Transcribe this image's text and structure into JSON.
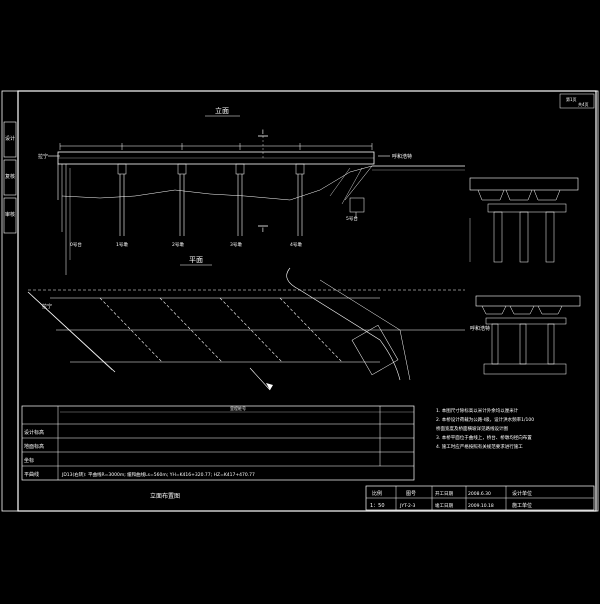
{
  "drawing": {
    "elevation_title": "立面",
    "plan_title": "平面",
    "direction_left": "拉宁",
    "direction_right_elev": "呼和浩特",
    "direction_right_plan": "呼和浩特",
    "section_mark": "I",
    "pier_labels": [
      "0号台",
      "1号墩",
      "2号墩",
      "3号墩",
      "4号墩",
      "5号台"
    ],
    "table_row_labels": [
      "设计标高",
      "地面标高",
      "坐标",
      "平曲线"
    ],
    "table_top_label": "里程桩号",
    "curve_text": "JD13(右转): 平曲线R=3000m; 缓和曲线Ls=560m; YH=K416+320.77; HZ=K417+470.77",
    "bottom_title": "立面布置图",
    "notes": [
      "1. 本图尺寸除标高以米计外余均以厘米计",
      "2. 本桥设计荷载为公路-I级，设计洪水频率1/100",
      "   桥面宽度及桥面横坡详见路线设计图",
      "3. 本桥平面位于曲线上，桥台、桥墩均径向布置",
      "4. 施工时应严格按照有关规范要求进行施工"
    ],
    "left_strip_labels": [
      "设计",
      "复核",
      "审核"
    ],
    "title_block": {
      "scale_header": "比例",
      "scale": "1：50",
      "drawing_no_header": "图号",
      "drawing_no": "JYT-2-3",
      "start_date_label": "开工日期",
      "start_date": "2008.6.30",
      "finish_date_label": "竣工日期",
      "finish_date": "2009.10.18",
      "design_unit": "设计单位",
      "construction_unit": "施工单位"
    },
    "corner_labels": [
      "第1页",
      "共4页"
    ]
  },
  "colors": {
    "line": "#ffffff",
    "text": "#ffffff",
    "background": "#000000"
  }
}
